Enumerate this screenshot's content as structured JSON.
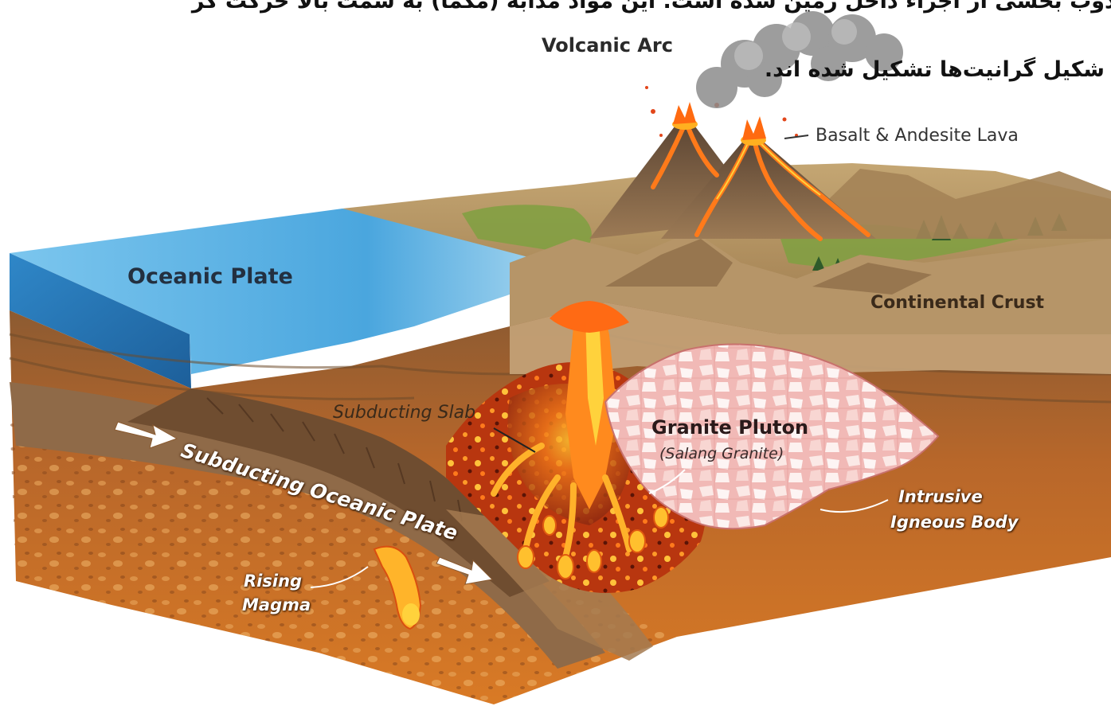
{
  "persian_caption": {
    "line1": "ی ذوب بخشی از اجزاء داخل زمین شده است. این مواد مذابه (مگما) به سمت بالا حرکت کر",
    "line2": "شکیل گرانیت‌ها تشکیل شده اند."
  },
  "labels": {
    "volcanic_arc": "Volcanic Arc",
    "basalt_lava": "Basalt & Andesite Lava",
    "oceanic_plate": "Oceanic Plate",
    "continental_crust": "Continental Crust",
    "subducting_slab": "Subducting Slab",
    "granite_pluton": "Granite Pluton",
    "salang_granite": "(Salang Granite)",
    "intrusive_line1": "Intrusive",
    "intrusive_line2": "Igneous Body",
    "subducting_oceanic_plate": "Subducting Oceanic Plate",
    "rising_magma_line1": "Rising",
    "rising_magma_line2": "Magma"
  },
  "colors": {
    "ocean": "#3d9fdc",
    "crust": "#b58a5a",
    "magma": "#e0521a",
    "granite": "#f2b7b7",
    "mantle": "#c8662a"
  }
}
